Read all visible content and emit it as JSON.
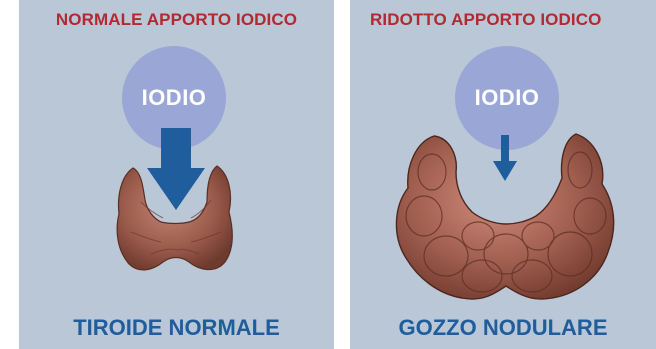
{
  "panels": [
    {
      "title": "NORMALE APPORTO IODICO",
      "circle_label": "IODIO",
      "caption": "TIROIDE NORMALE"
    },
    {
      "title": "RIDOTTO APPORTO IODICO",
      "circle_label": "IODIO",
      "caption": "GOZZO NODULARE"
    }
  ],
  "colors": {
    "panel_background": "#b9c7d6",
    "title_red": "#b22a2f",
    "caption_blue": "#1f5d9d",
    "iodine_circle": "#9aa6d6",
    "arrow_blue": "#1f5d9d",
    "thyroid_tissue": "#9c5c4c"
  },
  "icons": {
    "arrow": "arrow-down-icon",
    "gland_normal": "thyroid-normal-icon",
    "gland_goiter": "thyroid-goiter-icon"
  }
}
